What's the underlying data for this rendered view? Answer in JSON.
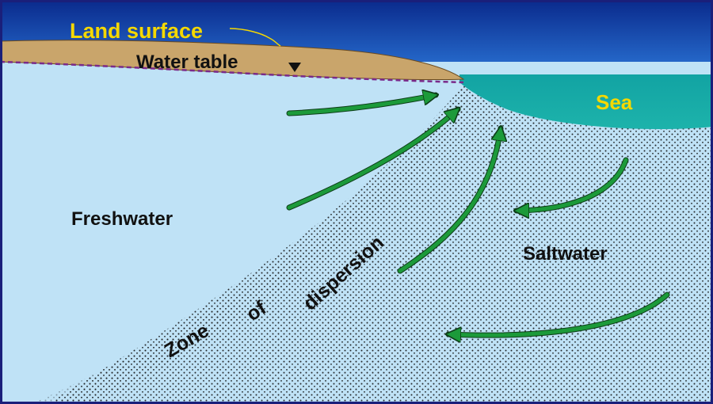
{
  "labels": {
    "land_surface": "Land surface",
    "water_table": "Water table",
    "sea": "Sea",
    "freshwater": "Freshwater",
    "saltwater": "Saltwater",
    "zone_word_1": "Zone",
    "zone_word_2": "of",
    "zone_word_3": "dispersion"
  },
  "colors": {
    "sky_top": "#0a2a8c",
    "sky_bottom": "#1f6fd6",
    "land": "#c9a56b",
    "sea": "#1aa9a6",
    "groundwater": "#bfe2f6",
    "arrow": "#1c9a3a",
    "label_yellow": "#f5d800",
    "water_table_line": "#7a2a8a",
    "border": "#1a1f7a"
  }
}
